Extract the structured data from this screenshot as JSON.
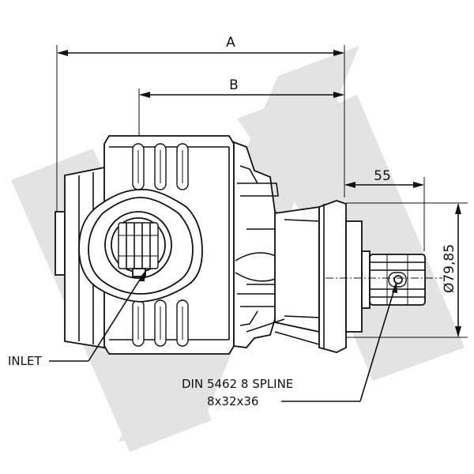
{
  "dimensions": {
    "a_label": "A",
    "b_label": "B",
    "shaft_length": "55",
    "flange_diameter": "Ø79,85"
  },
  "callouts": {
    "inlet": "INLET",
    "spline_line1": "DIN 5462 8 SPLINE",
    "spline_line2": "8x32x36"
  },
  "watermark": {
    "color": "#e3e3e3"
  }
}
